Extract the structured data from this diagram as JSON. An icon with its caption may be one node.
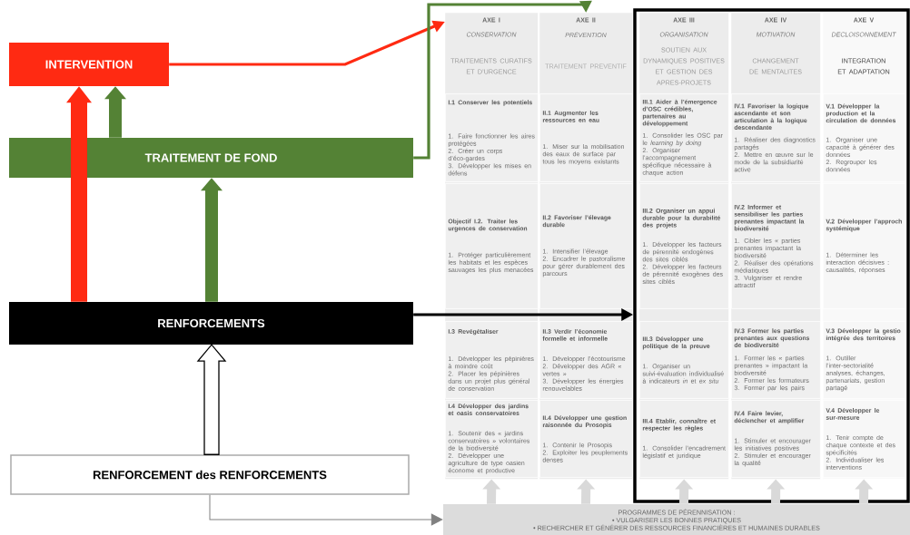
{
  "diagram": {
    "nodes": [
      {
        "text": [
          "INTERVENTION"
        ]
      },
      {
        "text": [
          "TRAITEMENT DE FOND"
        ]
      },
      {
        "text": [
          "RENFORCEMENTS"
        ]
      },
      {
        "text": [
          "RENFORCEMENT des RENFORCEMENTS"
        ]
      },
      {
        "text": [
          "AXE I",
          "CONSERVATION",
          "TRAITEMENTS CURATIFS ET D’URGENCE"
        ]
      },
      {
        "text": [
          "I.1 Conserver les potentiels",
          "1. Faire fonctionner les aires protégées",
          "2. Créer un corps d’éco-gardes",
          "3. Développer les mises en défens"
        ],
        "in": 4
      },
      {
        "text": [
          "Objectif I.2. Traiter les urgences de conservation",
          "1. Protéger particulièrement les habitats et les espèces sauvages les plus menacées"
        ],
        "in": 4
      },
      {
        "text": [
          "I.3 Revégétaliser",
          "1. Développer les pépinières à moindre coût",
          "2. Placer les pépinières dans un projet plus général de conservation"
        ],
        "in": 4
      },
      {
        "text": [
          "I.4 Développer des jardins et oasis conservatoires",
          "1. Soutenir des « jardins conservatoires » volontaires de la biodiversité",
          "2. Développer une agriculture de type oasien économe et productive"
        ],
        "in": 4
      },
      {
        "text": [
          "AXE II",
          "PRÉVENTION",
          "TRAITEMENT PREVENTIF"
        ]
      },
      {
        "text": [
          "II.1 Augmenter les ressources en eau",
          "1. Miser sur la mobilisation des eaux de surface par tous les moyens existants"
        ],
        "in": 9
      },
      {
        "text": [
          "II.2 Favoriser l’élevage durable",
          "1. Intensifier l’élevage",
          "2. Encadrer le pastoralisme pour gérer durablement des parcours"
        ],
        "in": 9
      },
      {
        "text": [
          "II.3 Verdir l’économie formelle et informelle",
          "1. Développer l’écotourisme",
          "2. Développer des AGR « vertes »",
          "3. Développer les énergies renouvelables"
        ],
        "in": 9
      },
      {
        "text": [
          "II.4 Développer une gestion raisonnée du Prosopis",
          "1. Contenir le Prosopis",
          "2. Exploiter les peuplements denses"
        ],
        "in": 9
      },
      {
        "text": [],
        "shape": "box"
      },
      {
        "text": [
          "AXE III",
          "ORGANISATION",
          "SOUTIEN AUX DYNAMIQUES POSITIVES ET GESTION DES APRES-PROJETS"
        ],
        "in": 14
      },
      {
        "text": [
          "III.1 Aider à l’émergence d’OSC crédibles, partenaires au développement",
          "1. Consolider les OSC par le *learning by doing*",
          "2. Organiser l’accompagnement spécifique nécessaire à chaque action"
        ],
        "in": 15
      },
      {
        "text": [
          "III.2 Organiser un appui durable pour la durabilité des projets",
          "1. Développer les facteurs de pérennité endogènes des sites ciblés",
          "2. Développer les facteurs de pérennité exogènes des sites ciblés"
        ],
        "in": 15
      },
      {
        "text": [
          "III.3 Développer une politique de la preuve",
          "1. Organiser un suivi-évaluation individualisé à indicateurs *in* et *ex situ*"
        ],
        "in": 15
      },
      {
        "text": [
          "III.4 Etablir, connaître et respecter les règles",
          "1. Consolider l’encadrement législatif et juridique"
        ],
        "in": 15
      },
      {
        "text": [
          "AXE IV",
          "MOTIVATION",
          "CHANGEMENT DE MENTALITES"
        ],
        "in": 14
      },
      {
        "text": [
          "IV.1 Favoriser la logique ascendante et son articulation à la logique descendante",
          "1. Réaliser des diagnostics partagés",
          "2. Mettre en œuvre sur le mode de la subsidiarité active"
        ],
        "in": 20
      },
      {
        "text": [
          "IV.2 Informer et sensibiliser les parties prenantes impactant la biodiversité",
          "1. Cibler les « parties prenantes impactant la biodiversité",
          "2. Réaliser des opérations médiatiques",
          "3. Vulgariser et rendre attractif"
        ],
        "in": 20
      },
      {
        "text": [
          "IV.3 Former les parties prenantes aux questions de biodiversité",
          "1. Former les « parties prenantes » impactant la biodiversité",
          "2. Former les formateurs",
          "3. Former par les pairs"
        ],
        "in": 20
      },
      {
        "text": [
          "IV.4 Faire levier, déclencher et amplifier",
          "1. Stimuler et encourager les initiatives positives",
          "2. Stimuler et encourager la qualité"
        ],
        "in": 20
      },
      {
        "text": [
          "AXE V",
          "DECLOISONNEMENT",
          "INTEGRATION ET ADAPTATION"
        ],
        "in": 14
      },
      {
        "text": [
          "V.1 Développer la production et la circulation de données",
          "1. Organiser une capacité à générer des données",
          "2. Regrouper les données"
        ],
        "in": 25
      },
      {
        "text": [
          "V.2 Développer l’approch systémique",
          "1. Déterminer les interaction décisives : causalités, réponses"
        ],
        "in": 25
      },
      {
        "text": [
          "V.3 Développer la gestio intégrée des territoires",
          "1. Outiller l’inter-sectorialité analyses, échanges, partenariats, gestion partagé"
        ],
        "in": 25
      },
      {
        "text": [
          "V.4 Développer le sur-mesure",
          "1. Tenir compte de chaque contexte et des spécificités",
          "2. Individualiser les interventions"
        ],
        "in": 25
      },
      {
        "text": [
          "PROGRAMMES DE PÉRENNISATION :",
          "• VULGARISER LES BONNES PRATIQUES",
          "• RECHERCHER ET GÉNÉRER DES RESSOURCES FINANCIÈRES ET HUMAINES DURABLES"
        ]
      }
    ],
    "edges": [
      {
        "from": 0,
        "to": 4,
        "arrow": "to",
        "color": "#ff2a12"
      },
      {
        "from": 1,
        "to": 9,
        "arrow": "to",
        "color": "#548235"
      },
      {
        "from": 2,
        "to": 14,
        "arrow": "to",
        "color": "#000000"
      },
      {
        "from": 3,
        "to": 30,
        "arrow": "to",
        "color": "#808080"
      },
      {
        "from": 2,
        "to": 0,
        "arrow": "to",
        "style": "thick",
        "color": "#ff2a12"
      },
      {
        "from": 1,
        "to": 0,
        "arrow": "to",
        "style": "thick",
        "color": "#548235"
      },
      {
        "from": 2,
        "to": 1,
        "arrow": "to",
        "style": "thick",
        "color": "#548235"
      },
      {
        "from": 3,
        "to": 2,
        "arrow": "to",
        "style": "thick",
        "color": "#ffffff"
      },
      {
        "from": 30,
        "to": 4,
        "arrow": "to",
        "style": "thick",
        "color": "#d9d9d9"
      },
      {
        "from": 30,
        "to": 9,
        "arrow": "to",
        "style": "thick",
        "color": "#d9d9d9"
      },
      {
        "from": 30,
        "to": 15,
        "arrow": "to",
        "style": "thick",
        "color": "#d9d9d9"
      },
      {
        "from": 30,
        "to": 20,
        "arrow": "to",
        "style": "thick",
        "color": "#d9d9d9"
      },
      {
        "from": 30,
        "to": 25,
        "arrow": "to",
        "style": "thick",
        "color": "#d9d9d9"
      }
    ]
  }
}
